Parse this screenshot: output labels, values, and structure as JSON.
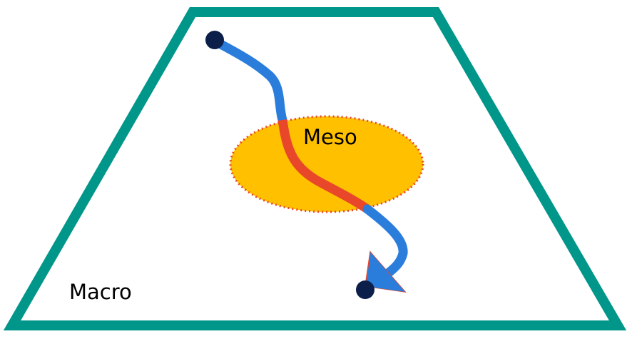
{
  "diagram": {
    "labels": {
      "meso": "Meso",
      "macro": "Macro"
    },
    "colors": {
      "macro_border": "#00968A",
      "meso_fill": "#FFC000",
      "meso_border": "#E8472A",
      "path_outside": "#2A7DDB",
      "path_inside": "#E8472A",
      "endpoint": "#0B1F4A",
      "background": "#FFFFFF"
    },
    "shapes": {
      "macro": "trapezoid",
      "meso": "ellipse-dotted",
      "path": "curved-arrow",
      "start_marker": "dot",
      "end_marker": "dot"
    }
  }
}
